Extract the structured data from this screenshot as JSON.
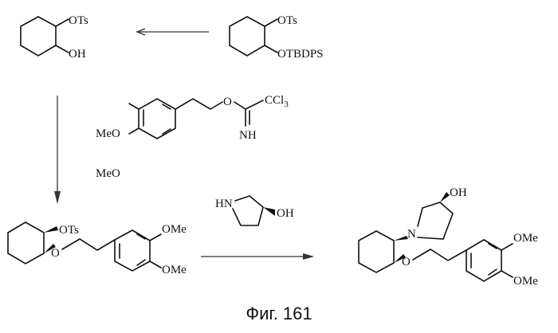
{
  "labels": {
    "ots": "OTs",
    "oh": "OH",
    "otbdps": "OTBDPS",
    "meo": "MeO",
    "ome": "OMe",
    "o": "O",
    "ccl3": "CCl",
    "ccl3_sub": "3",
    "nh": "NH",
    "hn": "HN",
    "n": "N"
  },
  "caption": "Фиг. 161"
}
